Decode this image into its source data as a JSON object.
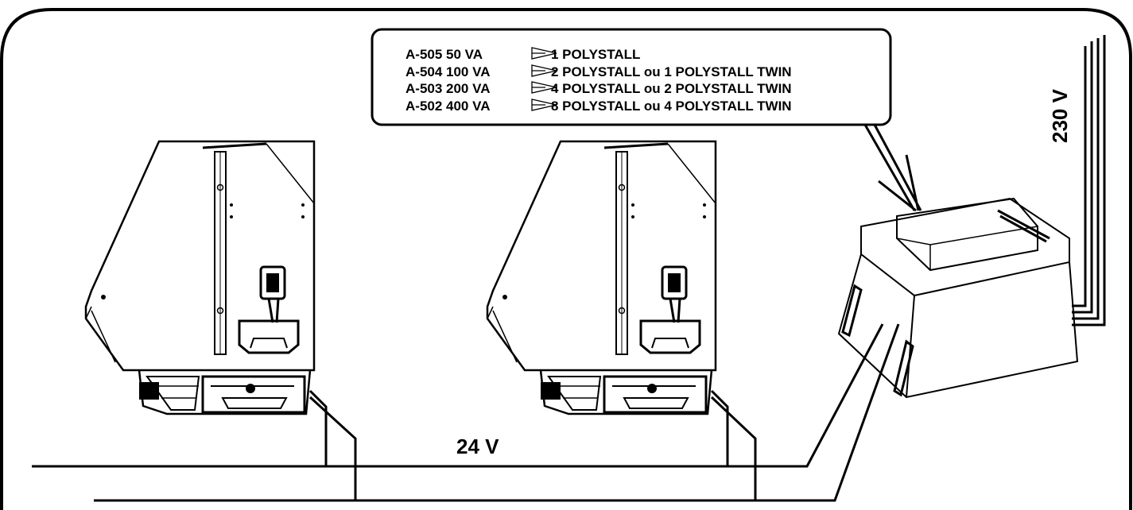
{
  "legend": {
    "rows": [
      {
        "model": "A-505 50 VA",
        "capacity": "1 POLYSTALL"
      },
      {
        "model": "A-504 100 VA",
        "capacity": "2 POLYSTALL ou 1 POLYSTALL TWIN"
      },
      {
        "model": "A-503 200 VA",
        "capacity": "4 POLYSTALL ou 2 POLYSTALL TWIN"
      },
      {
        "model": "A-502 400 VA",
        "capacity": "8 POLYSTALL ou 4 POLYSTALL TWIN"
      }
    ]
  },
  "labels": {
    "low_voltage": "24 V",
    "mains_voltage": "230 V"
  },
  "colors": {
    "ink": "#000000",
    "background": "#ffffff"
  }
}
